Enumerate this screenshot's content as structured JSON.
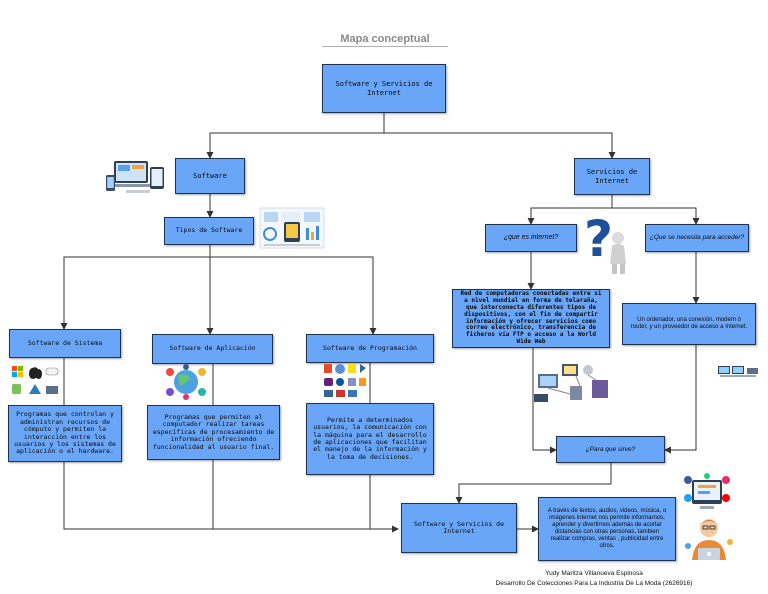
{
  "diagram": {
    "title": "Mapa conceptual",
    "nodes": {
      "root": "Software y Servicios de Internet",
      "software": "Software",
      "servicios": "Servicios de Internet",
      "tipos": "Tipos de Software",
      "que_es": "¿que es internet?",
      "que_necesita": "¿Que se necesita para acceder?",
      "sistema": "Software de Sistema",
      "aplicacion": "Software de Aplicación",
      "programacion": "Software de Programación",
      "def_internet": "Red de computadoras conectadas entre si a nivel mundial en forma de telaraña, que interconecta diferentes tipos de dispositivos, con el fin de compartir información y ofrecer servicios como correo electrónico, transferencia de ficheros vía FTP o acceso a la World Wide Web",
      "req_acceso": "Un ordenador, una conexión, modem ó router, y un proveedor de acceso a Internet.",
      "desc_sistema": "Programas que controlan y administran recursos de cómputo y permiten la interacción entre los usuarios y los sistemas de aplicación o el hardware.",
      "desc_aplicacion": "Programas que permiten al computador realizar tareas específicas de procesamiento de información ofreciendo funcionalidad al usuario final.",
      "desc_programacion": "Permite a determinados usuarios, la comunicación con la máquina para el desarrollo de aplicaciones que facilitan el manejo de la información y la toma de decisiones.",
      "para_que": "¿Para que sirve?",
      "root_bottom": "Software y Servicios de Internet",
      "desc_final": "A través de textos, audios, videos, música, o imágenes internet nos permite informarnos, aprender y divertirnos además de acortar distancias con otras personas, tambien realizar compras, ventas , publicidad entre otros."
    },
    "footer": {
      "author": "Yudy Maritza Villanueva Espinosa",
      "program": "Desarrollo De Colecciones Para La Industria De La Moda (2626916)"
    },
    "colors": {
      "node_fill": "#6aa6f8",
      "node_border": "#1f3350",
      "connector": "#333333",
      "title": "#8a8a8a"
    },
    "icons": [
      "devices-illustration",
      "dashboard-illustration",
      "question-mark-figure-illustration",
      "network-devices-illustration",
      "os-logos-illustration",
      "app-icons-globe-illustration",
      "programming-languages-illustration",
      "computer-setup-illustration",
      "social-media-illustration",
      "user-with-laptop-illustration"
    ]
  }
}
